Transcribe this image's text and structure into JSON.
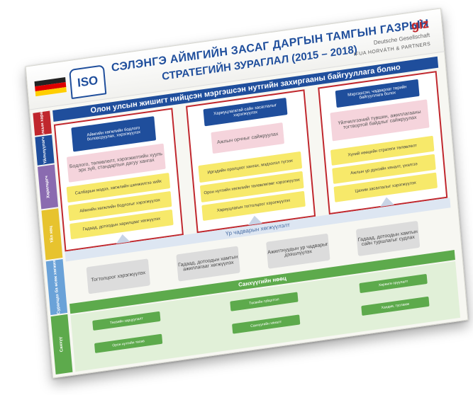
{
  "header": {
    "title_line1": "СЭЛЭНГЭ АЙМГИЙН ЗАСАГ ДАРГЫН ТАМГЫН ГАЗРЫН",
    "title_line2": "СТРАТЕГИЙН ЗУРАГЛАЛ (2015 – 2018)",
    "org_logo": "ISO",
    "partner_logo": "giz",
    "partner_sub": "Deutsche Gesellschaft",
    "consultant": "IFUA HORVÁTH & PARTNERS"
  },
  "vision": "Олон улсын жишигт нийцсэн мэргэшсэн нутгийн захиргааны байгууллага болно",
  "side_labels": [
    {
      "label": "Алсын хараа",
      "color": "#c0272d"
    },
    {
      "label": "Үйлчлүүлэгч",
      "color": "#1f4e9c"
    },
    {
      "label": "Харилцагч",
      "color": "#8a6bb0"
    },
    {
      "label": "Үйл явц",
      "color": "#e7c32e"
    },
    {
      "label": "Суралцах ба өсөж хөгжих",
      "color": "#6aa2d8"
    },
    {
      "label": "Санхүү",
      "color": "#5daa4c"
    }
  ],
  "columns": [
    {
      "goal": "Аймгийн хөгжлийн бодлого боловсруулах, хэрэгжүүлэх",
      "outcome": "Бодлого, төлөвлөлт, хэрэгжилтийн хууль эрх зүй, стандартын дагуу хангах",
      "processes": [
        "Салбарын мэдээ, хөгжлийн шинжилгээ хийх",
        "Аймгийн хөгжлийн бодлогыг хэрэгжүүлэх",
        "Гадаад, дотоодын харилцааг хөгжүүлэх"
      ]
    },
    {
      "goal": "Хариуцлагатай сайн засаглалыг хэрэгжүүлэх",
      "outcome": "Ажлын орчныг сайжруулах",
      "processes": [
        "Иргэдийн оролцоог хангах, мэдээлэл түгээх",
        "Орон нутгийн хөгжлийн төлөвлөгөөг хэрэгжүүлэх",
        "Хариуцлагын тогтолцоог хэрэгжүүлэх"
      ]
    },
    {
      "goal": "Мэргэшсэн, чадварлаг төрийн байгууллага болох",
      "outcome": "Үйлчилгээний түвшин, ажиллагааны тогтвортой байдлыг сайжруулах",
      "processes": [
        "Хүний нөөцийн стратеги төлөвлөлт",
        "Ажлын үр дүнгийн хяналт, үнэлгээ",
        "Цахим засаглалыг хэрэгжүүлэх"
      ]
    }
  ],
  "development_band": "Үр чадварын хөгжүүлэлт",
  "development_items": [
    "Тогтолцоог хэрэгжүүлэх",
    "Гадаад, дотоодын хамтын ажиллагааг хөгжүүлэх",
    "Ажилтнуудын ур чадварыг дээшлүүлэх",
    "Гадаад, дотоодын хамтын сайн туршлагыг судлах"
  ],
  "finance_band": "Санхүүгийн нөөц",
  "finance_items": [
    "Төсвийн зарцуулалт",
    "Төсвийн гүйцэтгэл",
    "Хөрөнгө оруулалт",
    "Орон нутгийн төсөв",
    "Санхүүгийн хяналт",
    "Хандив, тусламж"
  ]
}
